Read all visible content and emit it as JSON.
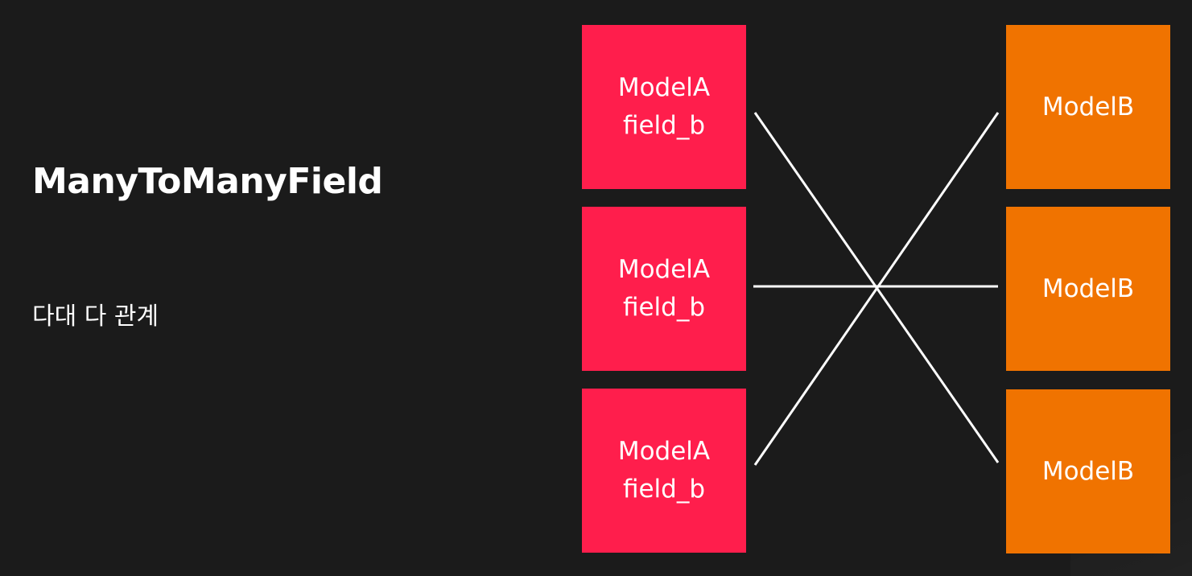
{
  "slide": {
    "title": "ManyToManyField",
    "subtitle": "다대 다 관계"
  },
  "diagram": {
    "left_boxes": [
      {
        "line1": "ModelA",
        "line2": "field_b"
      },
      {
        "line1": "ModelA",
        "line2": "field_b"
      },
      {
        "line1": "ModelA",
        "line2": "field_b"
      }
    ],
    "right_boxes": [
      {
        "label": "ModelB"
      },
      {
        "label": "ModelB"
      },
      {
        "label": "ModelB"
      }
    ],
    "links": [
      {
        "from": "left-1",
        "to": "right-3"
      },
      {
        "from": "left-2",
        "to": "right-2"
      },
      {
        "from": "left-3",
        "to": "right-1"
      }
    ],
    "colors": {
      "background": "#1b1b1b",
      "model_a": "#ff1e4c",
      "model_b": "#f07300",
      "connector": "#ffffff"
    }
  }
}
